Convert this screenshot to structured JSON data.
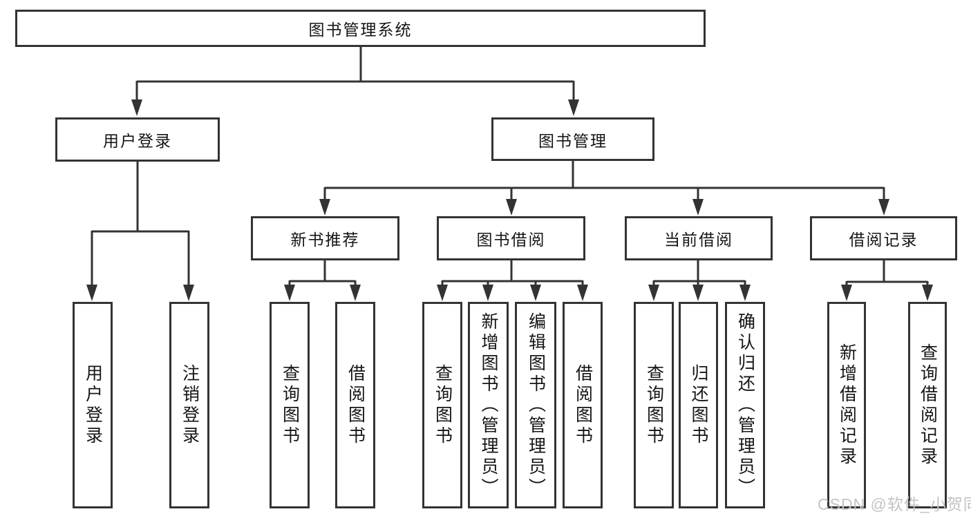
{
  "diagram": {
    "watermark": "CSDN @软件_小贺同学",
    "colors": {
      "line": "#333333",
      "text": "#151515",
      "background": "#ffffff",
      "watermark": "#c3c3c3"
    },
    "nodes": {
      "root": {
        "label": "图书管理系统"
      },
      "user_login": {
        "label": "用户登录"
      },
      "book_mgmt": {
        "label": "图书管理"
      },
      "new_book_rec": {
        "label": "新书推荐"
      },
      "book_borrow": {
        "label": "图书借阅"
      },
      "current_borrow": {
        "label": "当前借阅"
      },
      "borrow_records": {
        "label": "借阅记录"
      },
      "leaf_user_login": {
        "label": "用户登录"
      },
      "leaf_logout": {
        "label": "注销登录"
      },
      "leaf_query_book_1": {
        "label": "查询图书"
      },
      "leaf_borrow_book_1": {
        "label": "借阅图书"
      },
      "leaf_query_book_2": {
        "label": "查询图书"
      },
      "leaf_add_book": {
        "label": "新增图书（管理员）"
      },
      "leaf_edit_book": {
        "label": "编辑图书（管理员）"
      },
      "leaf_borrow_book_2": {
        "label": "借阅图书"
      },
      "leaf_query_book_3": {
        "label": "查询图书"
      },
      "leaf_return_book": {
        "label": "归还图书"
      },
      "leaf_confirm_return": {
        "label": "确认归还（管理员）"
      },
      "leaf_add_record": {
        "label": "新增借阅记录"
      },
      "leaf_query_record": {
        "label": "查询借阅记录"
      }
    }
  }
}
